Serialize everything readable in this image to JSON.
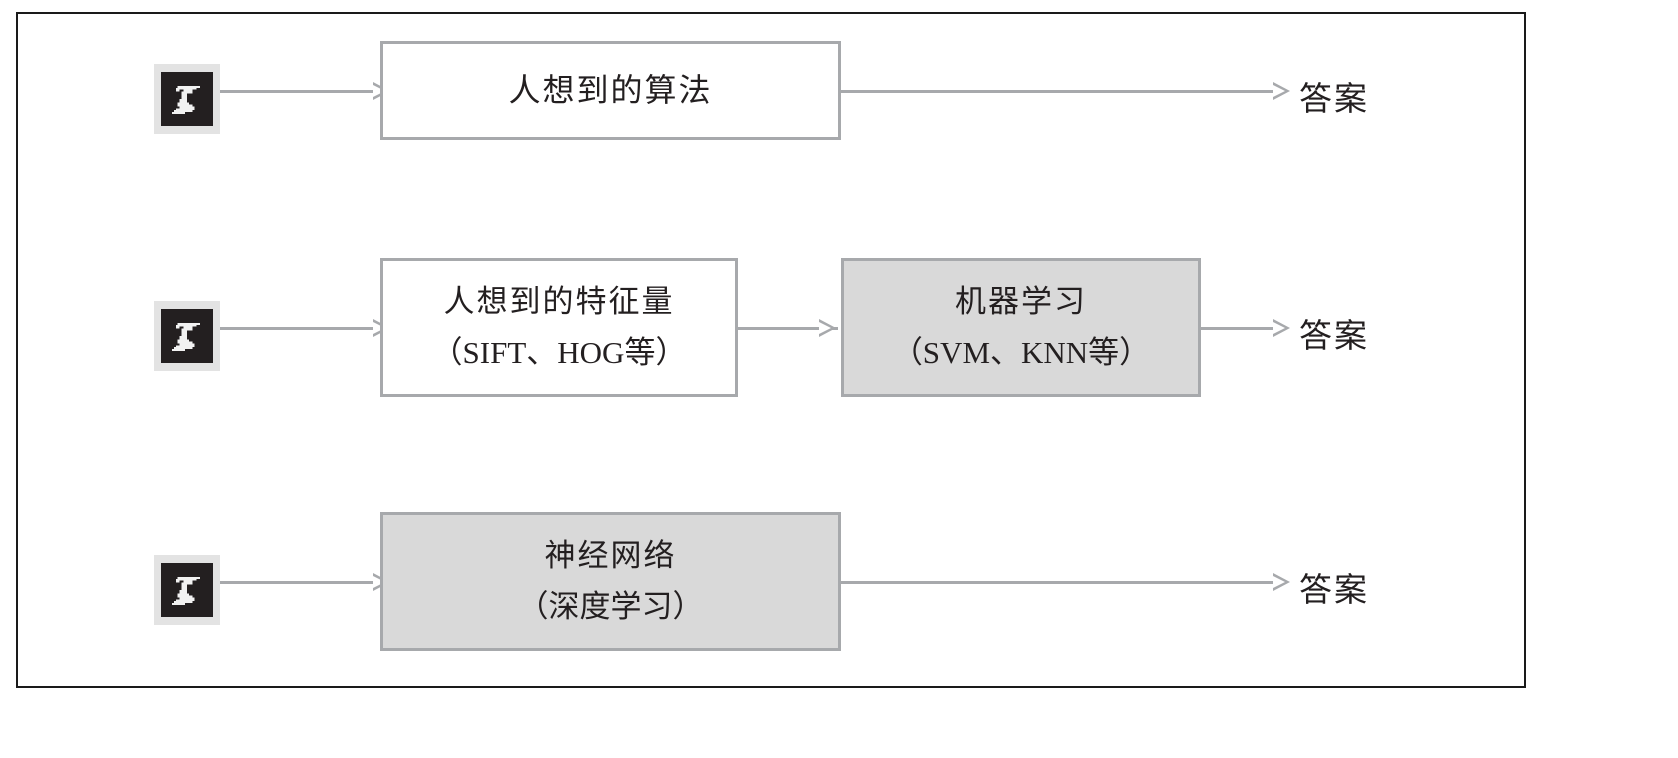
{
  "figure": {
    "type": "flow-diagram",
    "description_rows": 3,
    "colors": {
      "frame_border": "#1a1a1a",
      "box_border": "#a7a9ac",
      "box_fill_highlight": "#d9d9d9",
      "box_fill_plain": "#ffffff",
      "connector": "#a7a9ac",
      "text": "#231f20",
      "thumb_background": "#e3e3e3",
      "thumb_image_background": "#231f20"
    }
  },
  "rows": [
    {
      "id": "row-classic-algorithm",
      "input": {
        "icon": "handwritten-digit-five-image",
        "label": "5"
      },
      "stages": [
        {
          "id": "stage-human-algorithm",
          "line1": "人想到的算法",
          "line2": "",
          "filled": false
        }
      ],
      "output": "答案"
    },
    {
      "id": "row-machine-learning",
      "input": {
        "icon": "handwritten-digit-five-image",
        "label": "5"
      },
      "stages": [
        {
          "id": "stage-human-features",
          "line1": "人想到的特征量",
          "line2": "（SIFT、HOG等）",
          "filled": false
        },
        {
          "id": "stage-machine-learning",
          "line1": "机器学习",
          "line2": "（SVM、KNN等）",
          "filled": true
        }
      ],
      "output": "答案"
    },
    {
      "id": "row-neural-network",
      "input": {
        "icon": "handwritten-digit-five-image",
        "label": "5"
      },
      "stages": [
        {
          "id": "stage-neural-network",
          "line1": "神经网络",
          "line2": "（深度学习）",
          "filled": true
        }
      ],
      "output": "答案"
    }
  ],
  "labels": {
    "answer": "答案",
    "row1_box1_line1": "人想到的算法",
    "row2_box1_line1": "人想到的特征量",
    "row2_box1_line2": "（SIFT、HOG等）",
    "row2_box2_line1": "机器学习",
    "row2_box2_line2": "（SVM、KNN等）",
    "row3_box1_line1": "神经网络",
    "row3_box1_line2": "（深度学习）"
  }
}
